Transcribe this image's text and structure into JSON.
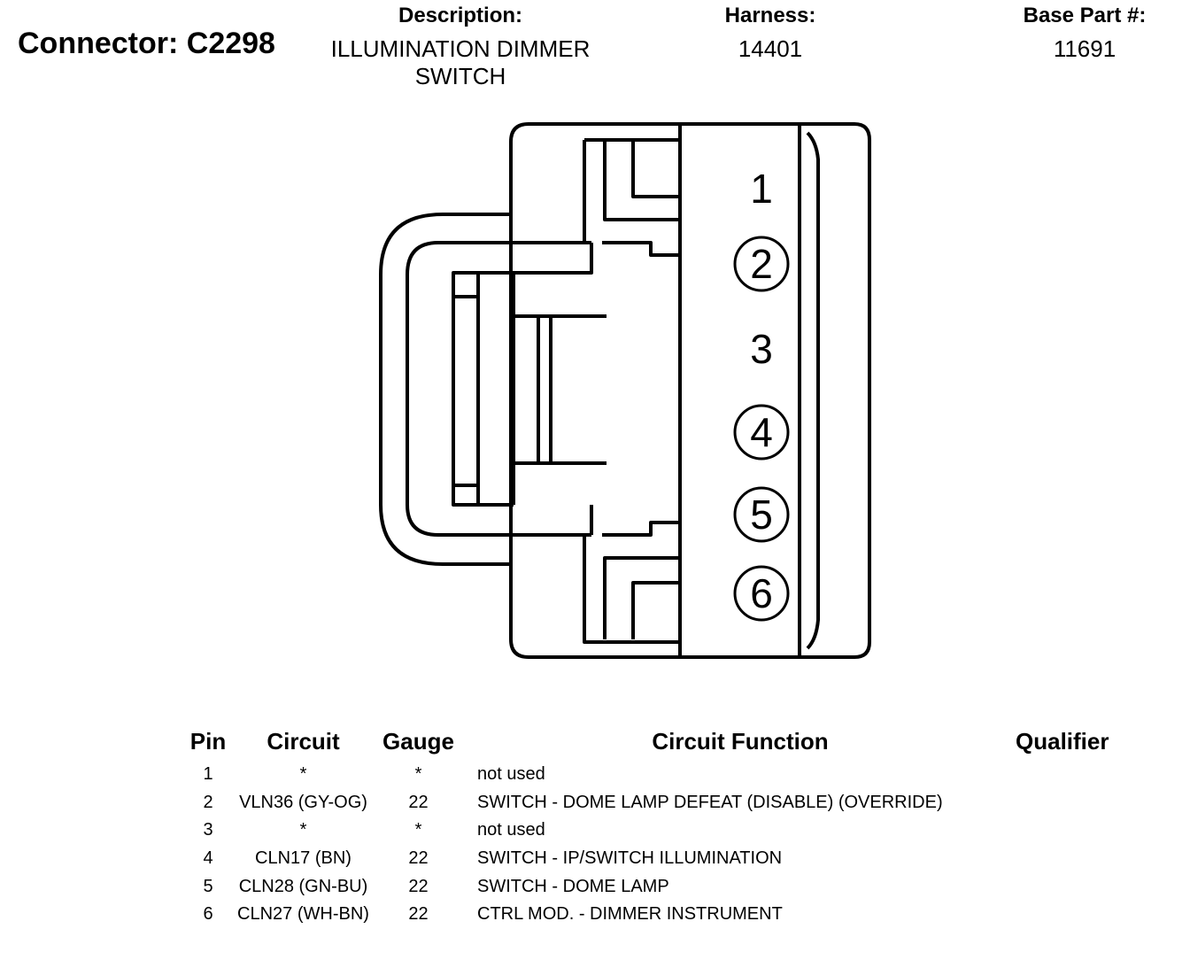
{
  "header": {
    "connector_label": "Connector: C2298",
    "description_label": "Description:",
    "description_lines": [
      "ILLUMINATION DIMMER",
      "SWITCH"
    ],
    "harness_label": "Harness:",
    "harness_value": "14401",
    "base_part_label": "Base Part #:",
    "base_part_value": "11691"
  },
  "connector_view": {
    "pin_labels": [
      {
        "pin": "1",
        "circled": false
      },
      {
        "pin": "2",
        "circled": true
      },
      {
        "pin": "3",
        "circled": false
      },
      {
        "pin": "4",
        "circled": true
      },
      {
        "pin": "5",
        "circled": true
      },
      {
        "pin": "6",
        "circled": true
      }
    ]
  },
  "table": {
    "columns": [
      "Pin",
      "Circuit",
      "Gauge",
      "Circuit Function",
      "Qualifier"
    ],
    "rows": [
      {
        "pin": "1",
        "circuit": "*",
        "gauge": "*",
        "function": "not used",
        "qualifier": ""
      },
      {
        "pin": "2",
        "circuit": "VLN36 (GY-OG)",
        "gauge": "22",
        "function": "SWITCH - DOME LAMP DEFEAT (DISABLE) (OVERRIDE)",
        "qualifier": ""
      },
      {
        "pin": "3",
        "circuit": "*",
        "gauge": "*",
        "function": "not used",
        "qualifier": ""
      },
      {
        "pin": "4",
        "circuit": "CLN17 (BN)",
        "gauge": "22",
        "function": "SWITCH - IP/SWITCH ILLUMINATION",
        "qualifier": ""
      },
      {
        "pin": "5",
        "circuit": "CLN28 (GN-BU)",
        "gauge": "22",
        "function": "SWITCH - DOME LAMP",
        "qualifier": ""
      },
      {
        "pin": "6",
        "circuit": "CLN27 (WH-BN)",
        "gauge": "22",
        "function": "CTRL MOD. - DIMMER INSTRUMENT",
        "qualifier": ""
      }
    ]
  }
}
